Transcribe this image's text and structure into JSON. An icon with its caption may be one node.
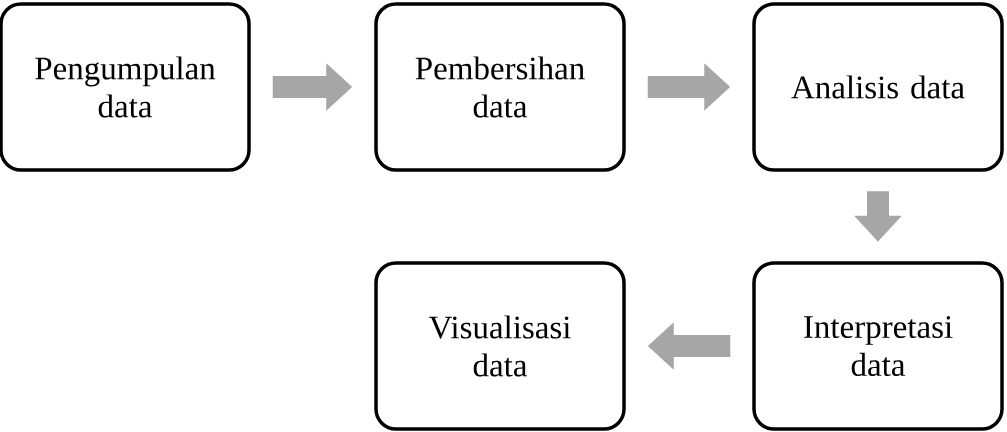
{
  "diagram": {
    "nodes": [
      {
        "text": [
          "Pengumpulan data"
        ]
      },
      {
        "text": [
          "Pembersihan data"
        ]
      },
      {
        "text": [
          "Analisis data"
        ]
      },
      {
        "text": [
          "Visualisasi data"
        ]
      },
      {
        "text": [
          "Interpretasi data"
        ]
      }
    ],
    "edges": [
      {
        "from": 0,
        "to": 1,
        "arrow": "to"
      },
      {
        "from": 1,
        "to": 2,
        "arrow": "to"
      },
      {
        "from": 2,
        "to": 4,
        "arrow": "to"
      },
      {
        "from": 4,
        "to": 3,
        "arrow": "to"
      }
    ]
  }
}
